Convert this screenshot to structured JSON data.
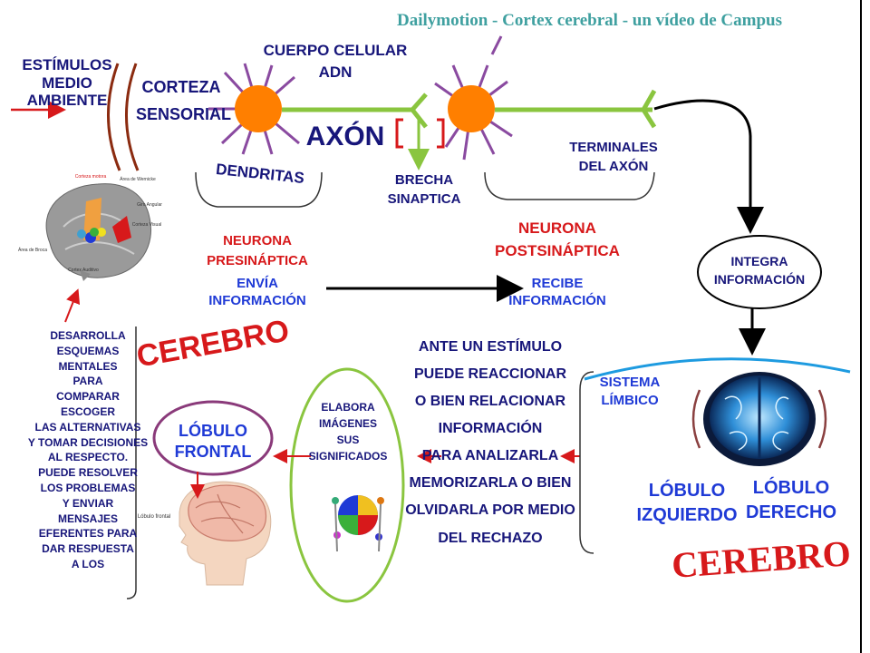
{
  "header": {
    "title": "Dailymotion - Cortex cerebral - un vídeo de Campus"
  },
  "labels": {
    "estimulos": "ESTÍMULOS\nMEDIO\nAMBIENTE",
    "corteza": "CORTEZA\nSENSORIAL",
    "cuerpo_celular": "CUERPO CELULAR\nADN",
    "axon": "AXÓN",
    "dendritas": "DENDRITAS",
    "brecha": "BRECHA\nSINAPTICA",
    "terminales": "TERMINALES\nDEL AXÓN",
    "neurona_pre": "NEURONA\nPRESINÁPTICA",
    "envia": "ENVÍA\nINFORMACIÓN",
    "neurona_post": "NEURONA\nPOSTSINÁPTICA",
    "recibe": "RECIBE\nINFORMACIÓN",
    "integra": "INTEGRA\nINFORMACIÓN",
    "cerebro_top": "CEREBRO",
    "desarrolla": "DESARROLLA\nESQUEMAS\nMENTALES\nPARA\nCOMPARAR\nESCOGER\nLAS ALTERNATIVAS\nY TOMAR DECISIONES\nAL RESPECTO.\nPUEDE RESOLVER\nLOS PROBLEMAS\nY ENVIAR\nMENSAJES\nEFERENTES PARA\nDAR RESPUESTA\nA LOS",
    "lobulo_frontal": "LÓBULO\nFRONTAL",
    "elabora": "ELABORA\nIMÁGENES\nSUS\nSIGNIFICADOS",
    "ante": "ANTE UN ESTÍMULO\nPUEDE REACCIONAR\nO BIEN RELACIONAR\nINFORMACIÓN\nPARA ANALIZARLA\nMEMORIZARLA O BIEN\nOLVIDARLA POR MEDIO\nDEL RECHAZO",
    "sistema": "SISTEMA\nLÍMBICO",
    "lobulo_izq": "LÓBULO\nIZQUIERDO",
    "lobulo_der": "LÓBULO\nDERECHO",
    "cerebro_bottom": "CEREBRO"
  },
  "brain_diagram_labels": {
    "corteza_motora": "Corteza motora",
    "area_wernicke": "Área de Wernicke",
    "giro_angular": "Giro Angular",
    "corteza_visual": "Corteza Visual",
    "area_broca": "Área de Broca",
    "cortex_auditivo": "Cortex Auditivo"
  },
  "head_label": "Lóbulo frontal",
  "colors": {
    "navy": "#17167a",
    "red": "#d7191b",
    "blue": "#1f3ad6",
    "orange": "#ff7f00",
    "green": "#8ac53f",
    "cyan": "#1e9be0"
  }
}
